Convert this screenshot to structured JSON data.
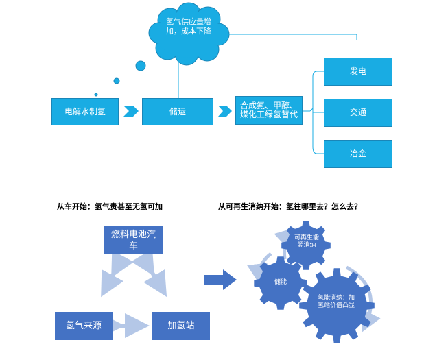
{
  "top_flow": {
    "cloud": "氢气供应量增加，成本下降",
    "step1": "电解水制氢",
    "step2": "储运",
    "step3": "合成氨、甲醇、煤化工绿氢替代",
    "uses": [
      "发电",
      "交通",
      "冶金"
    ]
  },
  "left_section": {
    "title": "从车开始：氢气贵甚至无氢可加",
    "nodes": [
      "燃料电池汽车",
      "氢气来源",
      "加氢站"
    ]
  },
  "right_section": {
    "title": "从可再生消纳开始：氢往哪里去？怎么去？",
    "gears": [
      "可再生能源消纳",
      "储能",
      "氢能消纳：加氢站价值凸显"
    ]
  },
  "colors": {
    "light_blue": "#19ace3",
    "dark_blue": "#4472c4",
    "arrow_light": "#b4c7e7"
  }
}
